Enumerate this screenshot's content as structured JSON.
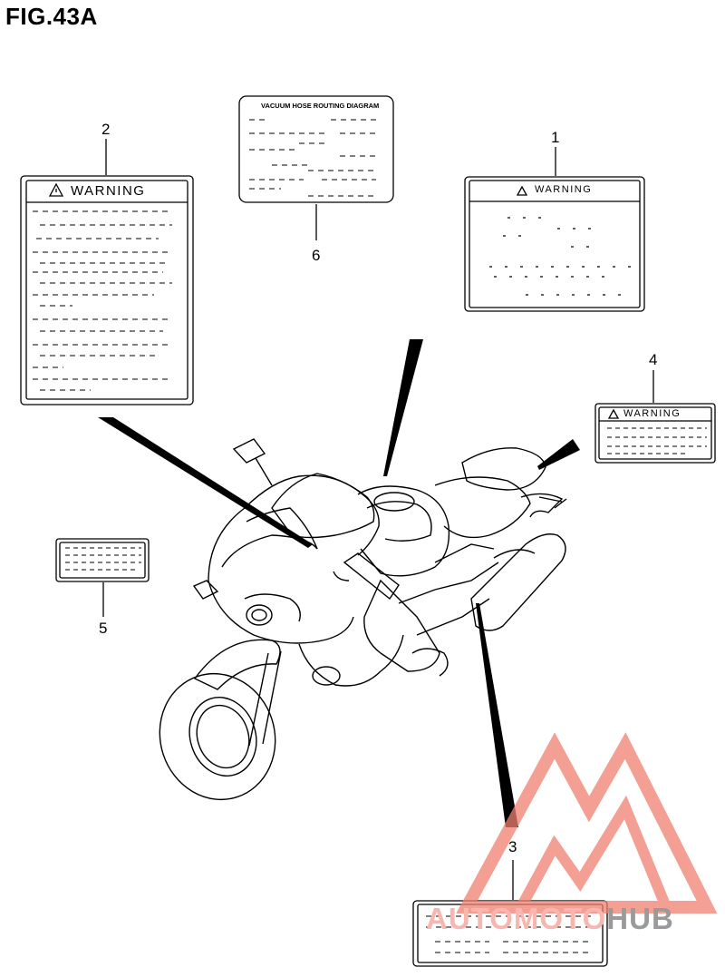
{
  "figure": {
    "title": "FIG.43A"
  },
  "callouts": [
    "1",
    "2",
    "3",
    "4",
    "5",
    "6"
  ],
  "labels": {
    "warning_text": "WARNING",
    "vacuum_title": "VACUUM HOSE ROUTING DIAGRAM"
  },
  "watermark": {
    "text_part1": "AUTOMOTO",
    "text_part2": "HUB",
    "colors": {
      "part1": "#f7b7b0",
      "part2": "#9a9a9a",
      "triangle": "#f08070"
    }
  },
  "colors": {
    "line": "#000000",
    "background": "#ffffff"
  }
}
